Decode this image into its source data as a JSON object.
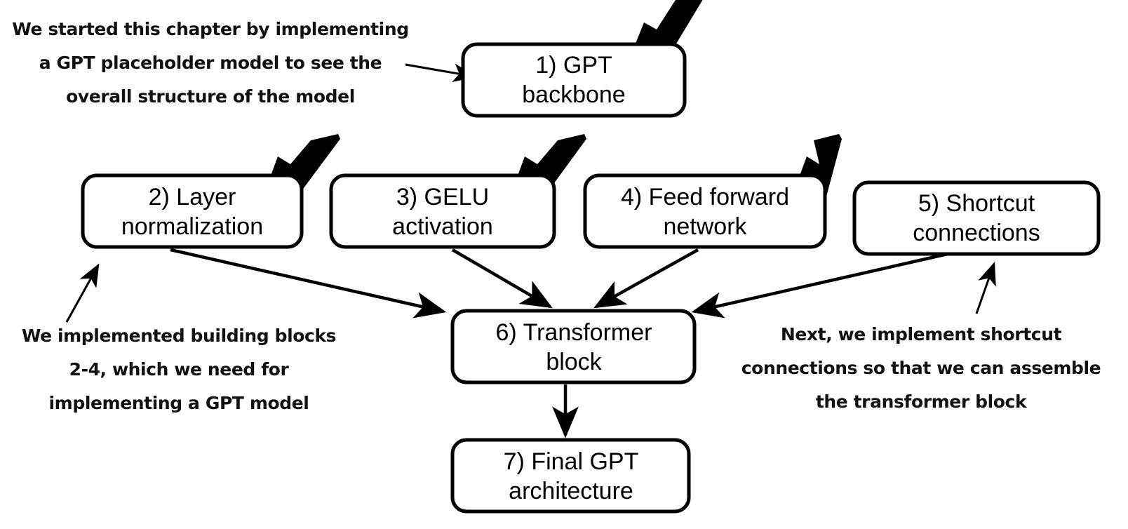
{
  "diagram": {
    "title": "Chapter summary flow: building a GPT model",
    "background_color": "#ffffff",
    "stroke_color": "#000000",
    "check_color": "#000000",
    "nodes": [
      {
        "id": "n1",
        "label_line1": "1) GPT",
        "label_line2": "backbone",
        "checked": true
      },
      {
        "id": "n2",
        "label_line1": "2) Layer",
        "label_line2": "normalization",
        "checked": true
      },
      {
        "id": "n3",
        "label_line1": "3) GELU",
        "label_line2": "activation",
        "checked": true
      },
      {
        "id": "n4",
        "label_line1": "4) Feed forward",
        "label_line2": "network",
        "checked": true
      },
      {
        "id": "n5",
        "label_line1": "5) Shortcut",
        "label_line2": "connections",
        "checked": false
      },
      {
        "id": "n6",
        "label_line1": "6) Transformer",
        "label_line2": "block",
        "checked": false
      },
      {
        "id": "n7",
        "label_line1": "7) Final GPT",
        "label_line2": "architecture",
        "checked": false
      }
    ],
    "annotations": [
      {
        "id": "a1",
        "lines": [
          "We started this chapter by implementing",
          "a GPT placeholder model to see the",
          "overall structure of the model"
        ]
      },
      {
        "id": "a2",
        "lines": [
          "We implemented building blocks",
          "2-4, which we need for",
          "implementing a GPT model"
        ]
      },
      {
        "id": "a3",
        "lines": [
          "Next, we implement shortcut",
          "connections so that we can assemble",
          "the transformer block"
        ]
      }
    ],
    "edges": [
      {
        "from": "a1",
        "to": "n1"
      },
      {
        "from": "n2",
        "to": "n6"
      },
      {
        "from": "n3",
        "to": "n6"
      },
      {
        "from": "n4",
        "to": "n6"
      },
      {
        "from": "n5",
        "to": "n6"
      },
      {
        "from": "n6",
        "to": "n7"
      },
      {
        "from": "a2",
        "to": "n2"
      },
      {
        "from": "a3",
        "to": "n5"
      }
    ]
  }
}
